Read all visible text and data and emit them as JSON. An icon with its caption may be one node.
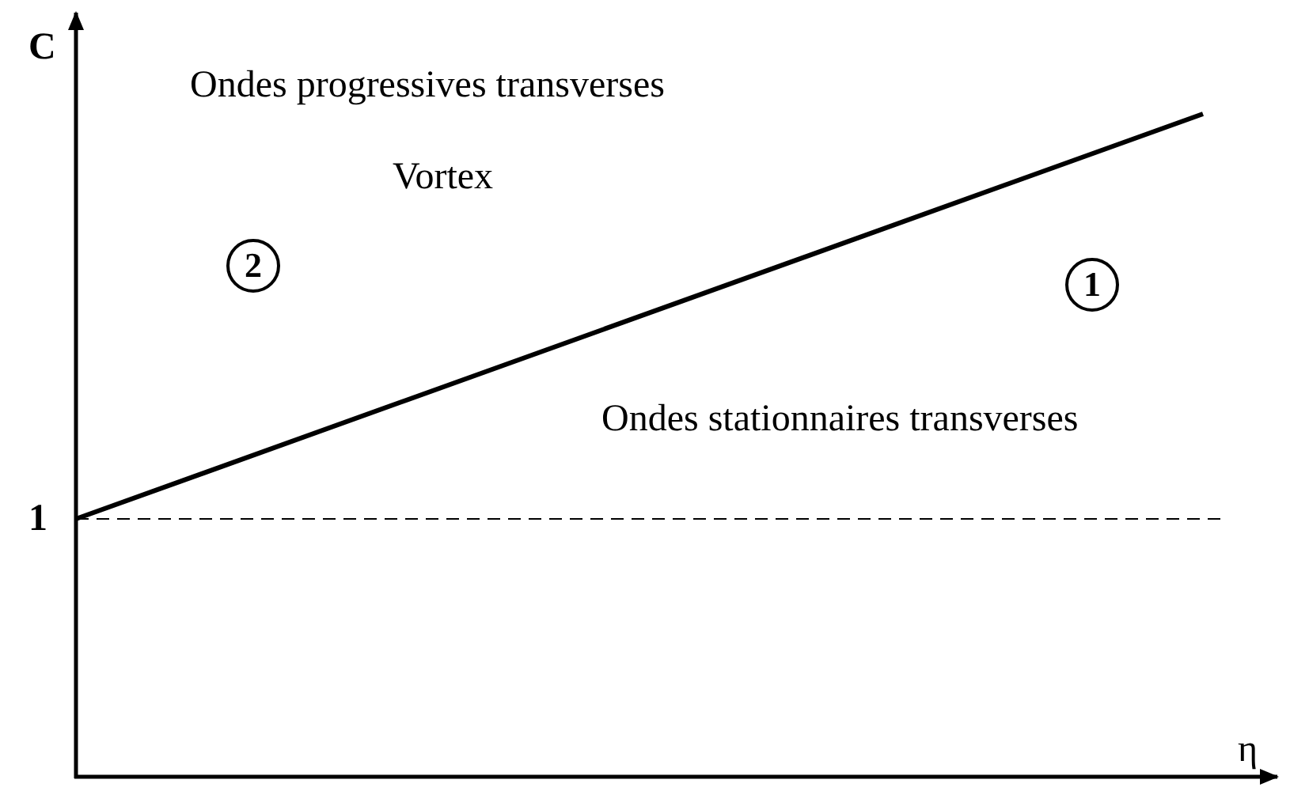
{
  "diagram": {
    "nodes": [
      {
        "text": [
          "2"
        ]
      },
      {
        "text": [
          "1"
        ]
      }
    ],
    "labels": [
      "C",
      "Ondes progressives transverses",
      "Vortex",
      "Ondes stationnaires transverses",
      "1",
      "η"
    ]
  }
}
